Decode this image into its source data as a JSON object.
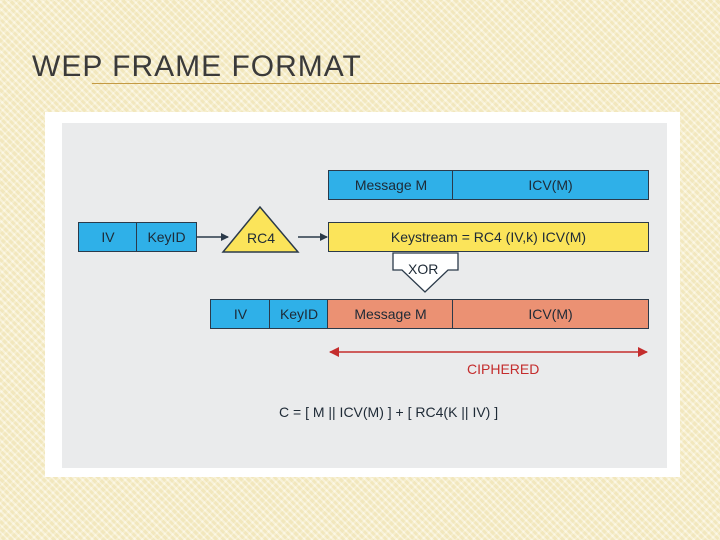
{
  "slide": {
    "title": "WEP FRAME FORMAT"
  },
  "diagram": {
    "plaintext_row": {
      "message": "Message M",
      "icv": "ICV(M)"
    },
    "key_row": {
      "iv": "IV",
      "keyid": "KeyID",
      "rc4": "RC4",
      "keystream": "Keystream = RC4 (IV,k) ICV(M)"
    },
    "xor": "XOR",
    "output_row": {
      "iv": "IV",
      "keyid": "KeyID",
      "message": "Message M",
      "icv": "ICV(M)"
    },
    "ciphered": "CIPHERED",
    "formula": "C = [ M || ICV(M) ] + [ RC4(K || IV) ]",
    "colors": {
      "header_fields": "#2fb0e8",
      "keystream": "#fbe45a",
      "ciphered_fields": "#eb9173",
      "ciphered_text": "#c42d2d"
    }
  }
}
